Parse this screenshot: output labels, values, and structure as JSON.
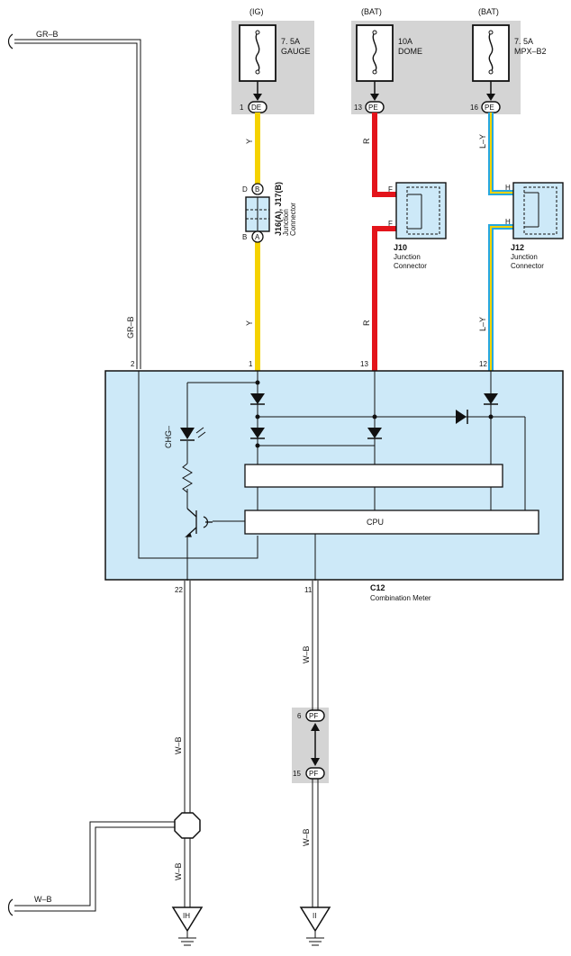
{
  "fuses": [
    {
      "source": "(IG)",
      "rating": "7. 5A",
      "name": "GAUGE",
      "pin": "1",
      "conn": "DE"
    },
    {
      "source": "(BAT)",
      "rating": "10A",
      "name": "DOME",
      "pin": "13",
      "conn": "PE"
    },
    {
      "source": "(BAT)",
      "rating": "7. 5A",
      "name": "MPX–B2",
      "pin": "16",
      "conn": "PE"
    }
  ],
  "wires": {
    "grb_top": "GR–B",
    "grb_side": "GR–B",
    "y_upper": "Y",
    "y_lower": "Y",
    "r_upper": "R",
    "r_lower": "R",
    "ly_upper": "L–Y",
    "ly_lower": "L–Y",
    "wb_11": "W–B",
    "wb_22": "W–B",
    "wb_ih": "W–B",
    "wb_ii": "W–B",
    "wb_left": "W–B"
  },
  "junctions": {
    "j16": {
      "id": "J16(A), J17(B)",
      "desc1": "Junction",
      "desc2": "Connector",
      "top_pin": "D",
      "top_conn": "B",
      "bot_pin": "B",
      "bot_conn": "A"
    },
    "j10": {
      "id": "J10",
      "desc1": "Junction",
      "desc2": "Connector",
      "pin1": "F",
      "pin2": "F"
    },
    "j12": {
      "id": "J12",
      "desc1": "Junction",
      "desc2": "Connector",
      "pin1": "H",
      "pin2": "H"
    }
  },
  "meter": {
    "id": "C12",
    "name": "Combination Meter",
    "cpu": "CPU",
    "led": "CHG–",
    "pins": {
      "p2": "2",
      "p1": "1",
      "p13": "13",
      "p12": "12",
      "p22": "22",
      "p11": "11"
    }
  },
  "pf": {
    "top_pin": "6",
    "top_conn": "PF",
    "bot_pin": "15",
    "bot_conn": "PF"
  },
  "grounds": {
    "ih": "IH",
    "ii": "II"
  },
  "colors": {
    "yellow": "#f5d200",
    "red": "#e3141b",
    "blue": "#26a8e0",
    "box": "#cde9f8",
    "fusebox": "#d4d4d4"
  }
}
